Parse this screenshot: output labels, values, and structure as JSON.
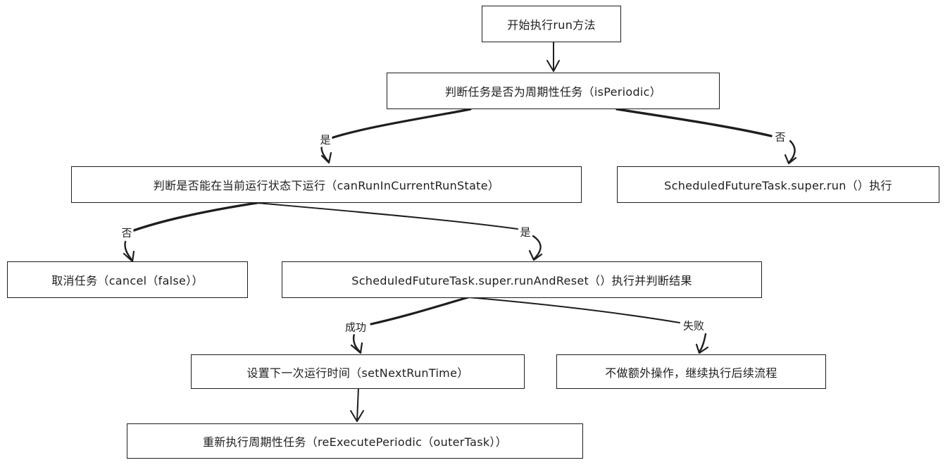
{
  "nodes": {
    "start": "开始执行run方法",
    "is_periodic": "判断任务是否为周期性任务（isPeriodic）",
    "can_run": "判断是否能在当前运行状态下运行（canRunInCurrentRunState）",
    "super_run": "ScheduledFutureTask.super.run（）执行",
    "cancel": "取消任务（cancel（false））",
    "run_and_reset": "ScheduledFutureTask.super.runAndReset（）执行并判断结果",
    "set_next_run": "设置下一次运行时间（setNextRunTime）",
    "no_extra_op": "不做额外操作，继续执行后续流程",
    "re_execute": "重新执行周期性任务（reExecutePeriodic（outerTask））"
  },
  "edge_labels": {
    "periodic_yes": "是",
    "periodic_no": "否",
    "canrun_no": "否",
    "canrun_yes": "是",
    "success": "成功",
    "failure": "失败"
  }
}
